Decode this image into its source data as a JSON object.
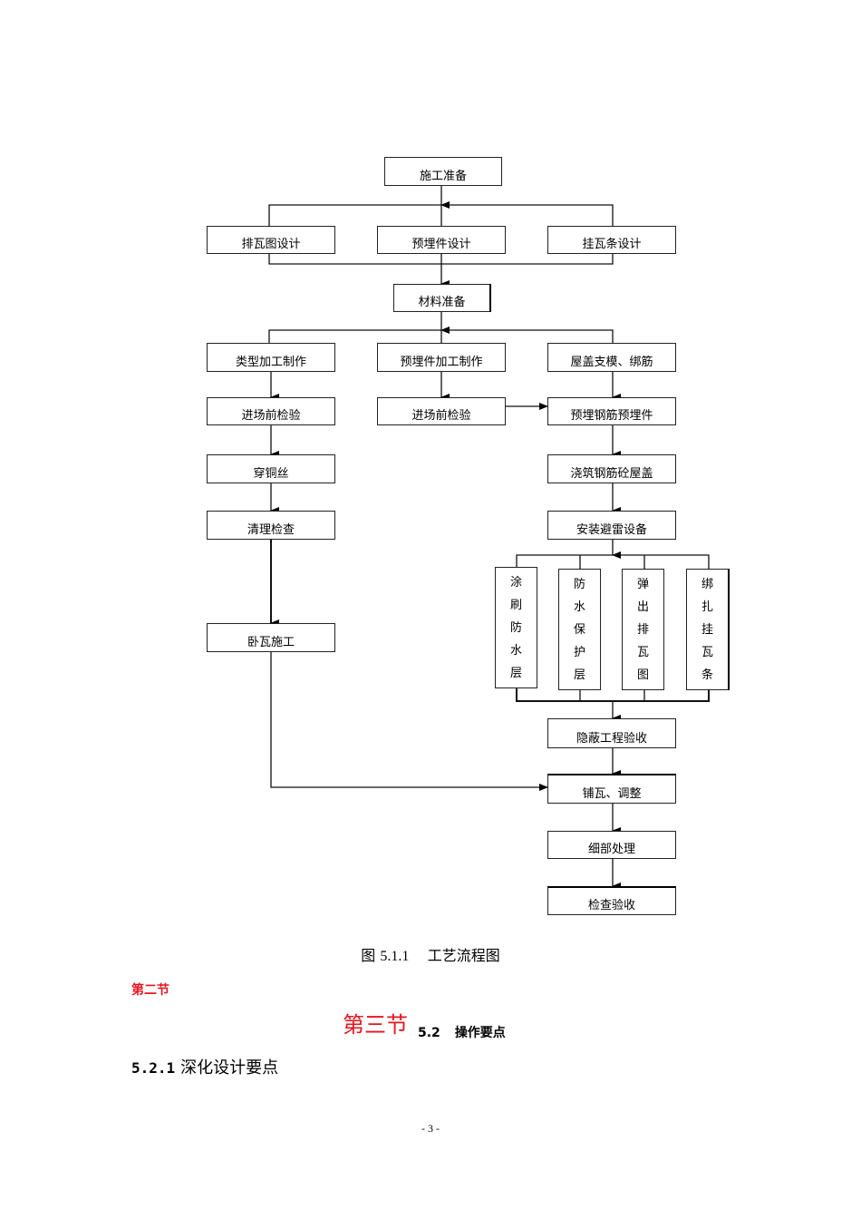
{
  "flowchart": {
    "nodes": {
      "prep": "施工准备",
      "tile_layout_design": "排瓦图设计",
      "embedded_design": "预埋件设计",
      "batten_design": "挂瓦条设计",
      "material_prep": "材料准备",
      "type_fabrication": "类型加工制作",
      "embedded_fabrication": "预埋件加工制作",
      "roof_formwork": "屋盖支模、绑筋",
      "inspect_left": "进场前检验",
      "inspect_mid": "进场前检验",
      "embed_rebar": "预埋钢筋预埋件",
      "copper_wire": "穿铜丝",
      "pour_roof": "浇筑钢筋砼屋盖",
      "clean_check": "清理检查",
      "lightning": "安装避雷设备",
      "lay_tile": "卧瓦施工",
      "waterproof_coat": [
        "涂",
        "刷",
        "防",
        "水",
        "层"
      ],
      "waterproof_protect": [
        "防",
        "水",
        "保",
        "护",
        "层"
      ],
      "snap_layout": [
        "弹",
        "出",
        "排",
        "瓦",
        "图"
      ],
      "tie_battens": [
        "绑",
        "扎",
        "挂",
        "瓦",
        "条"
      ],
      "concealed_accept": "隐蔽工程验收",
      "tile_adjust": "铺瓦、调整",
      "detail_work": "细部处理",
      "final_accept": "检查验收"
    }
  },
  "caption": {
    "prefix": "图",
    "number": "5.1.1",
    "title": "工艺流程图"
  },
  "section2_label": "第二节",
  "section3_label": "第三节",
  "heading_52": {
    "number": "5.2",
    "title": "操作要点"
  },
  "heading_521": {
    "number": "5.2.1",
    "title": "深化设计要点"
  },
  "page_number": "- 3 -"
}
